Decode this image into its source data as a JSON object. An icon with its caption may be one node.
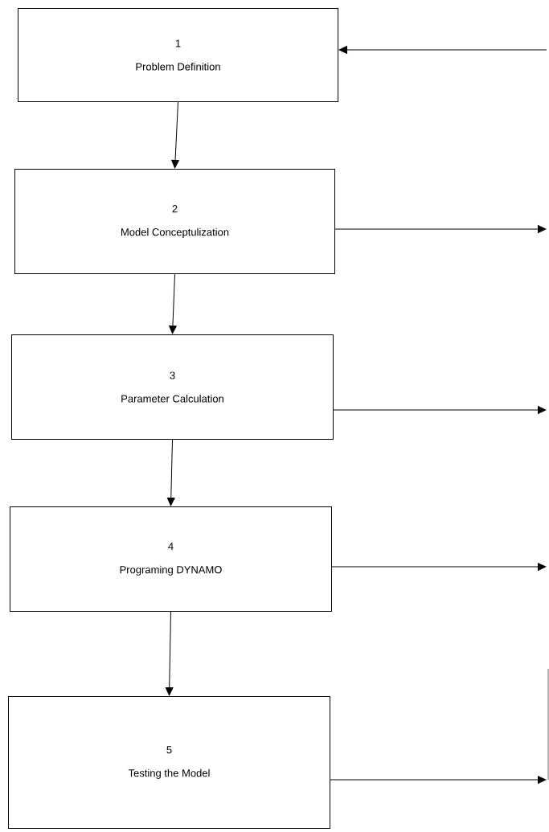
{
  "diagram": {
    "nodes": [
      {
        "text": [
          "1",
          "Problem Definition"
        ]
      },
      {
        "text": [
          "2",
          "Model Conceptulization"
        ]
      },
      {
        "text": [
          "3",
          "Parameter Calculation"
        ]
      },
      {
        "text": [
          "4",
          "Programing DYNAMO"
        ]
      },
      {
        "text": [
          "5",
          "Testing the Model"
        ]
      }
    ],
    "edges": [
      {
        "from": 0,
        "to": 1,
        "arrow": "to"
      },
      {
        "from": 1,
        "to": 2,
        "arrow": "to"
      },
      {
        "from": 2,
        "to": 3,
        "arrow": "to"
      },
      {
        "from": 3,
        "to": 4,
        "arrow": "to"
      },
      {
        "from": null,
        "to": 0,
        "arrow": "to"
      },
      {
        "from": 1,
        "to": null,
        "arrow": "to"
      },
      {
        "from": 2,
        "to": null,
        "arrow": "to"
      },
      {
        "from": 3,
        "to": null,
        "arrow": "to"
      },
      {
        "from": 4,
        "to": null,
        "arrow": "to"
      }
    ]
  }
}
